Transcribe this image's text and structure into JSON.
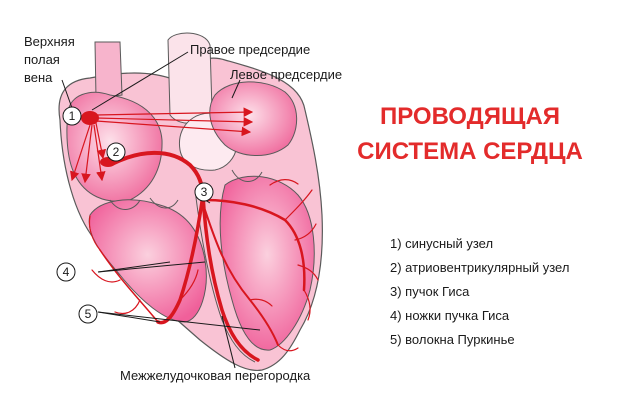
{
  "title": {
    "line1": "ПРОВОДЯЩАЯ",
    "line2": "СИСТЕМА СЕРДЦА"
  },
  "labels": {
    "svc_line1": "Верхняя",
    "svc_line2": "полая",
    "svc_line3": "вена",
    "right_atrium": "Правое предсердие",
    "left_atrium": "Левое предсердие",
    "septum": "Межжелудочковая перегородка"
  },
  "markers": [
    "1",
    "2",
    "3",
    "4",
    "5"
  ],
  "legend": [
    "1) синусный узел",
    "2) атриовентрикулярный узел",
    "3) пучок Гиса",
    "4) ножки пучка Гиса",
    "5) волокна Пуркинье"
  ],
  "colors": {
    "title": "#e32b2b",
    "pathway": "#d8161f",
    "chamber": "#f06a9a",
    "wall": "#f7b4cc",
    "outline": "#555555"
  }
}
